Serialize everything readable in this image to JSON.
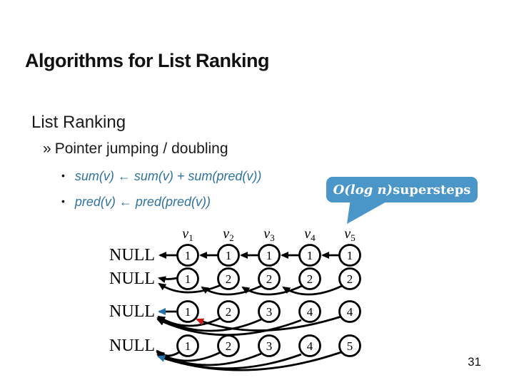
{
  "slide": {
    "title": "Algorithms for List Ranking",
    "heading": "List Ranking",
    "subheading_marker": "»",
    "subheading": "Pointer jumping / doubling",
    "bullet_marker": "•",
    "bullets": [
      "sum(v) ← sum(v) + sum(pred(v))",
      "pred(v) ← pred(pred(v))"
    ],
    "page_number": "31"
  },
  "callout": {
    "text_italic": "O(log n)",
    "text_rest": " supersteps",
    "fill": "#4A96C8",
    "text_color": "#FFFFFF"
  },
  "diagram": {
    "null_label": "NULL",
    "columns": [
      {
        "base": "v",
        "sub": "1"
      },
      {
        "base": "v",
        "sub": "2"
      },
      {
        "base": "v",
        "sub": "3"
      },
      {
        "base": "v",
        "sub": "4"
      },
      {
        "base": "v",
        "sub": "5"
      }
    ],
    "rows": [
      {
        "values": [
          "1",
          "1",
          "1",
          "1",
          "1"
        ]
      },
      {
        "values": [
          "1",
          "2",
          "2",
          "2",
          "2"
        ]
      },
      {
        "values": [
          "1",
          "2",
          "3",
          "4",
          "4"
        ]
      },
      {
        "values": [
          "1",
          "2",
          "3",
          "4",
          "5"
        ]
      }
    ],
    "colors": {
      "red": "#C81616",
      "blue": "#2273AE",
      "black": "#000000"
    }
  }
}
